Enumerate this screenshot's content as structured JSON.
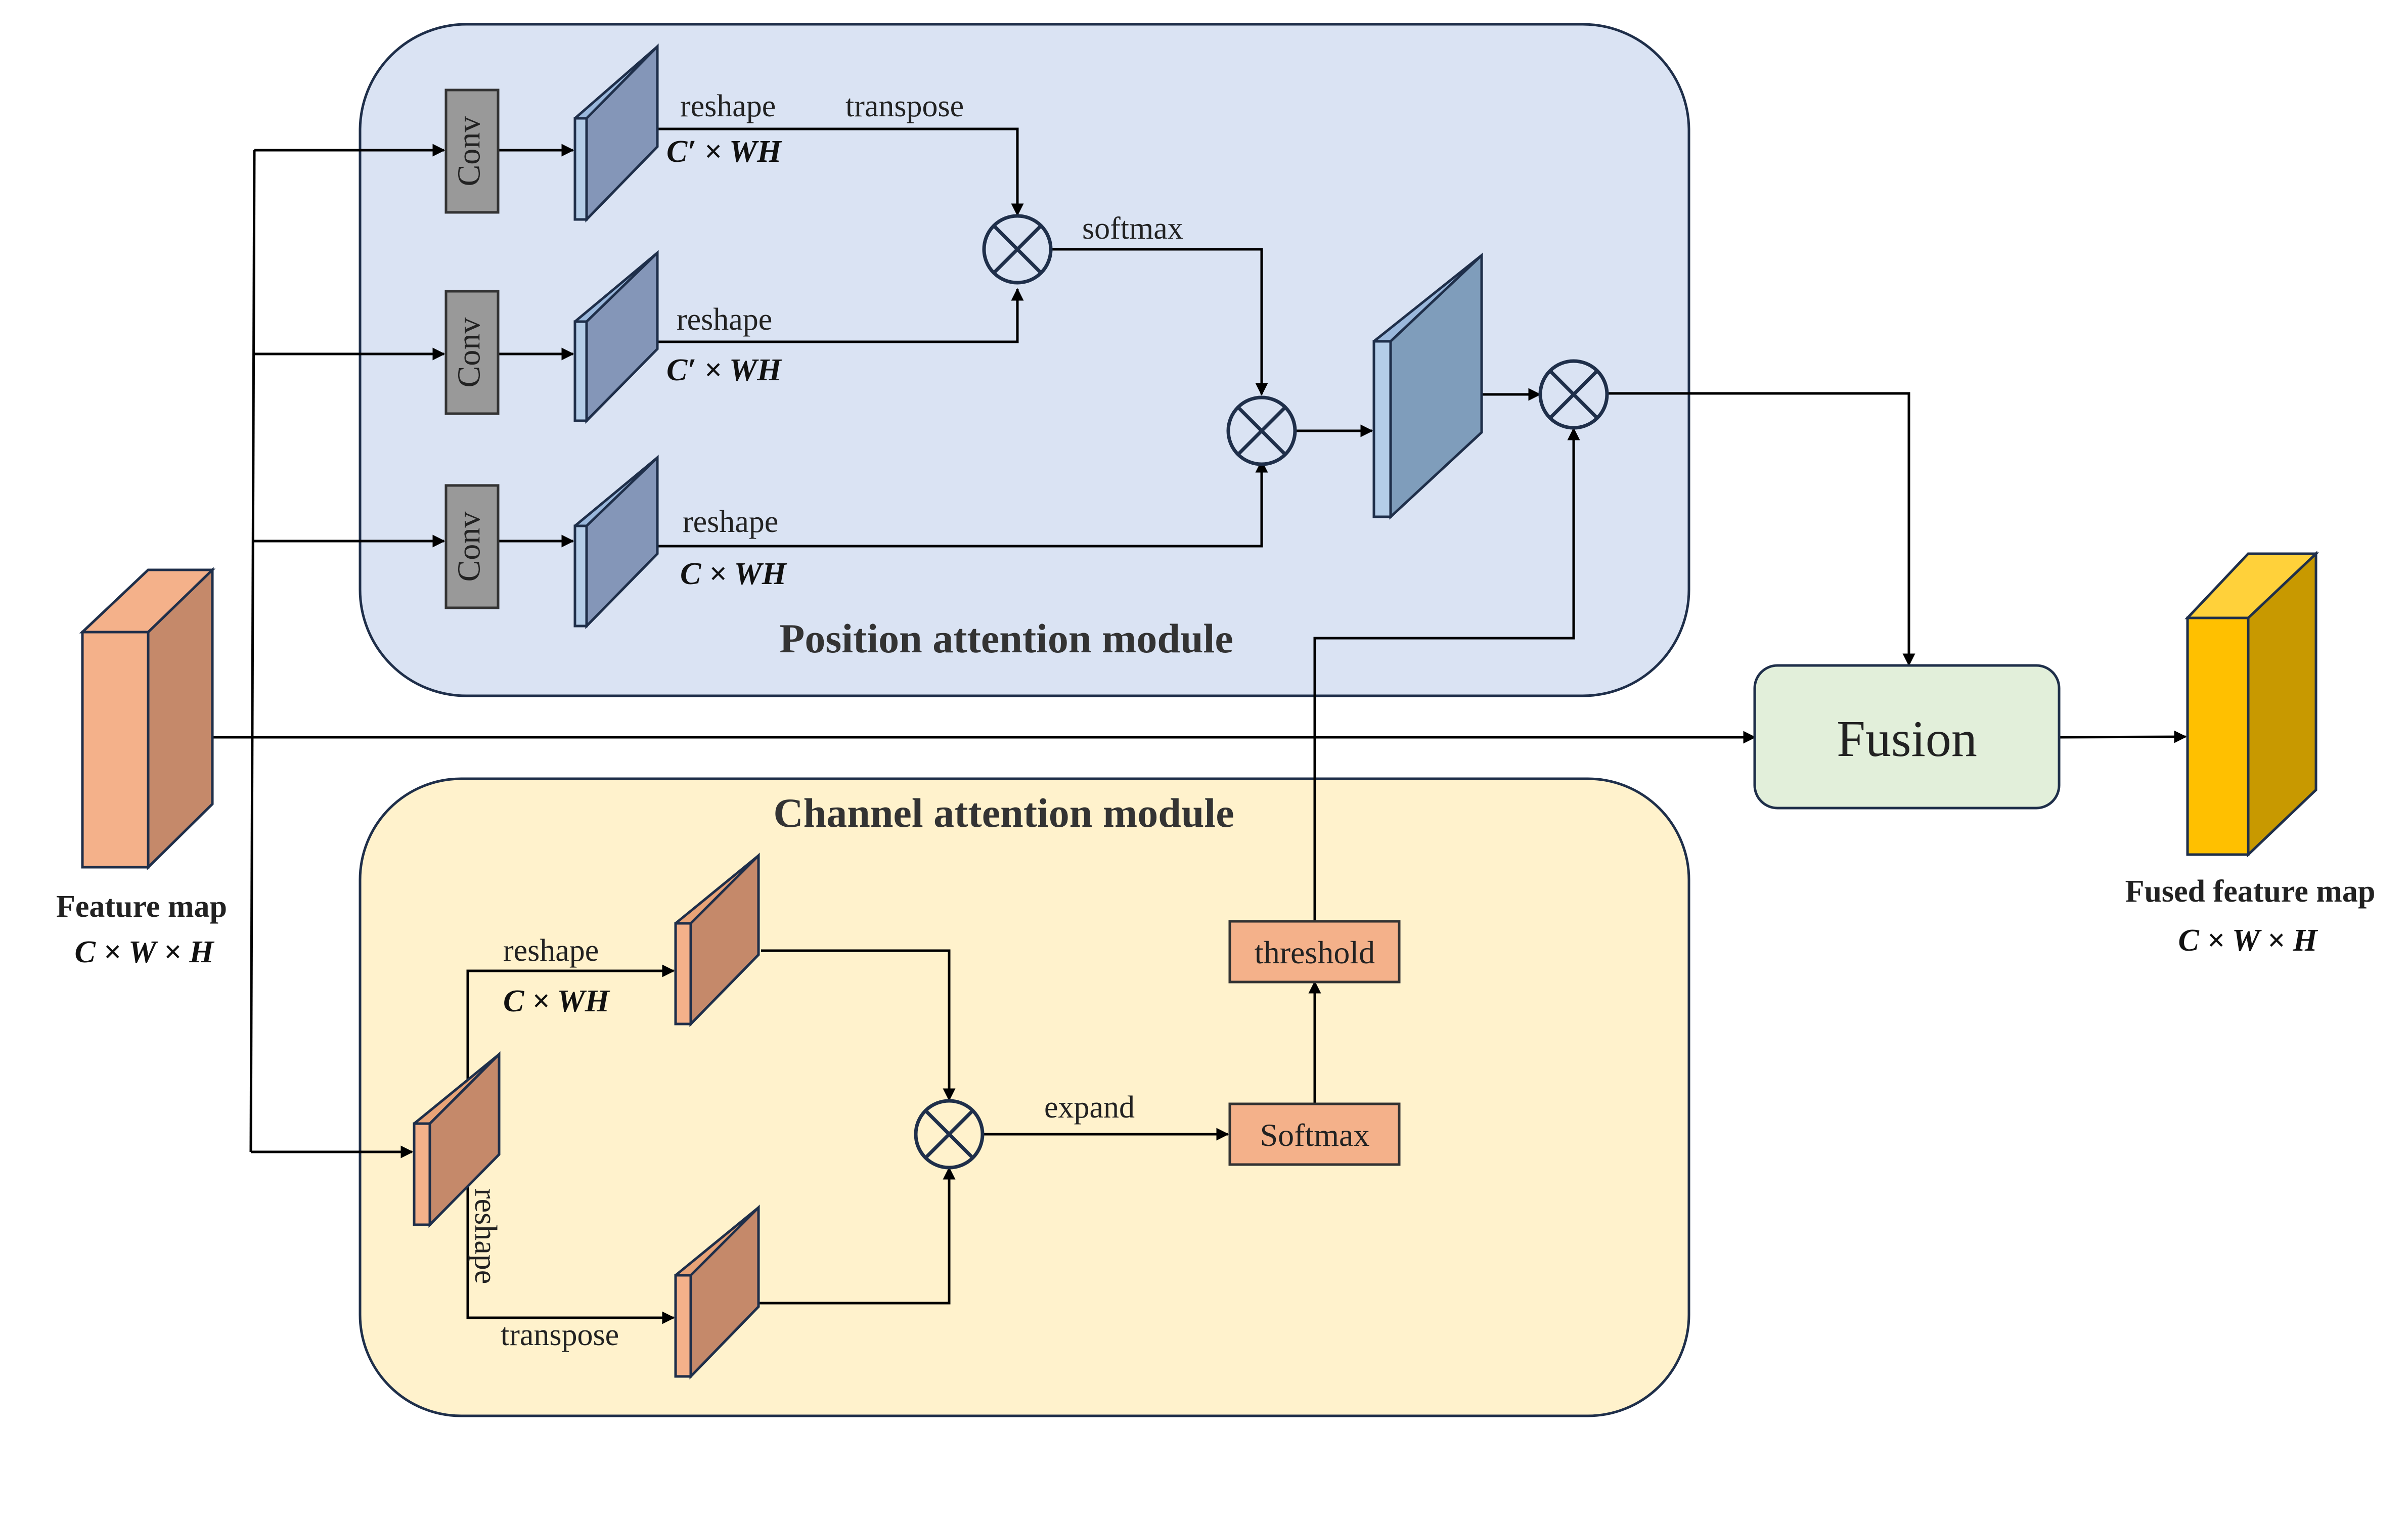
{
  "colors": {
    "position_module_fill": "#dae3f3",
    "channel_module_fill": "#fff2cc",
    "fusion_fill": "#e2efda",
    "conv_fill": "#999999",
    "blue_tensor": "#7f9dbb",
    "orange_tensor": "#c5896a",
    "input_tensor": "#f4b18a",
    "output_tensor": "#ffc000",
    "op_box_fill": "#f4b18a"
  },
  "position_module": {
    "title": "Position attention module",
    "conv_label": "Conv",
    "branch1": {
      "op1": "reshape",
      "op2": "transpose",
      "dim": "C′ × WH"
    },
    "branch2": {
      "op": "reshape",
      "dim": "C′ × WH"
    },
    "branch3": {
      "op": "reshape",
      "dim": "C × WH"
    },
    "softmax_label": "softmax"
  },
  "channel_module": {
    "title": "Channel attention module",
    "top_op": "reshape",
    "top_dim": "C × WH",
    "vertical_op": "reshape",
    "bottom_op": "transpose",
    "expand_label": "expand",
    "softmax_box": "Softmax",
    "threshold_box": "threshold"
  },
  "input": {
    "caption": "Feature map",
    "dim": "C × W × H"
  },
  "fusion": {
    "label": "Fusion"
  },
  "output": {
    "caption": "Fused feature map",
    "dim": "C × W × H"
  }
}
